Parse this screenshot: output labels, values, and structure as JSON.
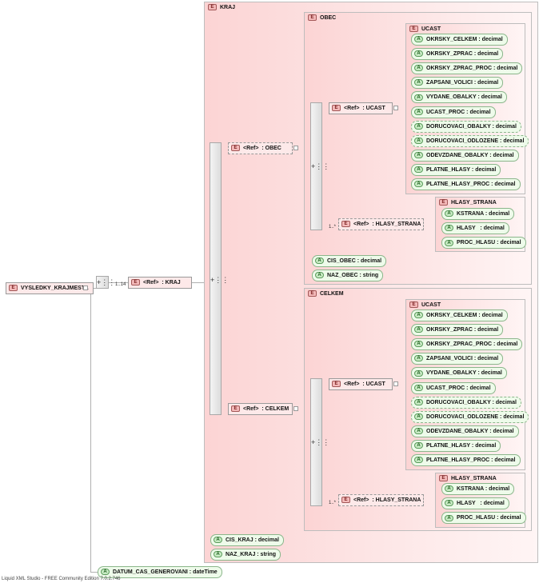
{
  "root": {
    "badge": "E",
    "name": "VYSLEDKY_KRAJMESTA"
  },
  "root_sequence": {
    "icon": "+⋮⋮"
  },
  "kraj_ref": {
    "badge": "E",
    "ref": "<Ref>",
    "name": ": KRAJ",
    "multiplicity": "1..14"
  },
  "kraj_panel": {
    "badge": "E",
    "title": "KRAJ"
  },
  "kraj_sequence": {
    "icon": "+⋮⋮"
  },
  "obec_ref": {
    "badge": "E",
    "ref": "<Ref>",
    "name": ": OBEC"
  },
  "celkem_ref": {
    "badge": "E",
    "ref": "<Ref>",
    "name": ": CELKEM"
  },
  "obec_panel": {
    "badge": "E",
    "title": "OBEC",
    "sequence_icon": "+⋮⋮",
    "ucast_ref": {
      "badge": "E",
      "ref": "<Ref>",
      "name": ": UCAST"
    },
    "hlasy_ref": {
      "badge": "E",
      "ref": "<Ref>",
      "name": ": HLASY_STRANA",
      "multiplicity": "1..*"
    },
    "ucast_panel": {
      "badge": "E",
      "title": "UCAST",
      "attributes": [
        {
          "badge": "A",
          "label": "OKRSKY_CELKEM : decimal",
          "dashed": false
        },
        {
          "badge": "A",
          "label": "OKRSKY_ZPRAC : decimal",
          "dashed": false
        },
        {
          "badge": "A",
          "label": "OKRSKY_ZPRAC_PROC : decimal",
          "dashed": false
        },
        {
          "badge": "A",
          "label": "ZAPSANI_VOLICI : decimal",
          "dashed": false
        },
        {
          "badge": "A",
          "label": "VYDANE_OBALKY : decimal",
          "dashed": false
        },
        {
          "badge": "A",
          "label": "UCAST_PROC : decimal",
          "dashed": false
        },
        {
          "badge": "A",
          "label": "DORUCOVACI_OBALKY : decimal",
          "dashed": true
        },
        {
          "badge": "A",
          "label": "DORUCOVACI_ODLOZENE : decimal",
          "dashed": true
        },
        {
          "badge": "A",
          "label": "ODEVZDANE_OBALKY : decimal",
          "dashed": false
        },
        {
          "badge": "A",
          "label": "PLATNE_HLASY : decimal",
          "dashed": false
        },
        {
          "badge": "A",
          "label": "PLATNE_HLASY_PROC : decimal",
          "dashed": false
        }
      ]
    },
    "hlasy_panel": {
      "badge": "E",
      "title": "HLASY_STRANA",
      "attributes": [
        {
          "badge": "A",
          "label": "KSTRANA : decimal"
        },
        {
          "badge": "A",
          "label": "HLASY   : decimal"
        },
        {
          "badge": "A",
          "label": "PROC_HLASU : decimal"
        }
      ]
    },
    "own_attributes": [
      {
        "badge": "A",
        "label": "CIS_OBEC : decimal"
      },
      {
        "badge": "A",
        "label": "NAZ_OBEC : string"
      }
    ]
  },
  "celkem_panel": {
    "badge": "E",
    "title": "CELKEM",
    "sequence_icon": "+⋮⋮",
    "ucast_ref": {
      "badge": "E",
      "ref": "<Ref>",
      "name": ": UCAST"
    },
    "hlasy_ref": {
      "badge": "E",
      "ref": "<Ref>",
      "name": ": HLASY_STRANA",
      "multiplicity": "1..*"
    },
    "ucast_panel": {
      "badge": "E",
      "title": "UCAST",
      "attributes": [
        {
          "badge": "A",
          "label": "OKRSKY_CELKEM : decimal",
          "dashed": false
        },
        {
          "badge": "A",
          "label": "OKRSKY_ZPRAC : decimal",
          "dashed": false
        },
        {
          "badge": "A",
          "label": "OKRSKY_ZPRAC_PROC : decimal",
          "dashed": false
        },
        {
          "badge": "A",
          "label": "ZAPSANI_VOLICI : decimal",
          "dashed": false
        },
        {
          "badge": "A",
          "label": "VYDANE_OBALKY : decimal",
          "dashed": false
        },
        {
          "badge": "A",
          "label": "UCAST_PROC : decimal",
          "dashed": false
        },
        {
          "badge": "A",
          "label": "DORUCOVACI_OBALKY : decimal",
          "dashed": true
        },
        {
          "badge": "A",
          "label": "DORUCOVACI_ODLOZENE : decimal",
          "dashed": true
        },
        {
          "badge": "A",
          "label": "ODEVZDANE_OBALKY : decimal",
          "dashed": false
        },
        {
          "badge": "A",
          "label": "PLATNE_HLASY : decimal",
          "dashed": false
        },
        {
          "badge": "A",
          "label": "PLATNE_HLASY_PROC : decimal",
          "dashed": false
        }
      ]
    },
    "hlasy_panel": {
      "badge": "E",
      "title": "HLASY_STRANA",
      "attributes": [
        {
          "badge": "A",
          "label": "KSTRANA : decimal"
        },
        {
          "badge": "A",
          "label": "HLASY   : decimal"
        },
        {
          "badge": "A",
          "label": "PROC_HLASU : decimal"
        }
      ]
    }
  },
  "kraj_attributes": [
    {
      "badge": "A",
      "label": "CIS_KRAJ : decimal"
    },
    {
      "badge": "A",
      "label": "NAZ_KRAJ : string"
    }
  ],
  "root_attribute": {
    "badge": "A",
    "label": "DATUM_CAS_GENEROVANI : dateTime"
  },
  "footer": "Liquid XML Studio - FREE Community Edition 7.0.2.746",
  "colors": {
    "element_fill": "#fde9e9",
    "attribute_fill": "#eefbea",
    "panel_fill": "#fcd4d4"
  }
}
